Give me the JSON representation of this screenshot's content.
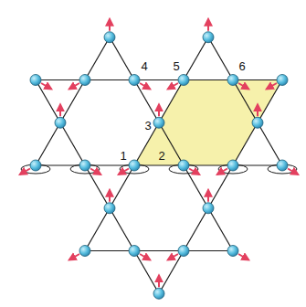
{
  "diagram": {
    "labels": [
      "4",
      "5",
      "6",
      "3",
      "1",
      "2"
    ]
  }
}
